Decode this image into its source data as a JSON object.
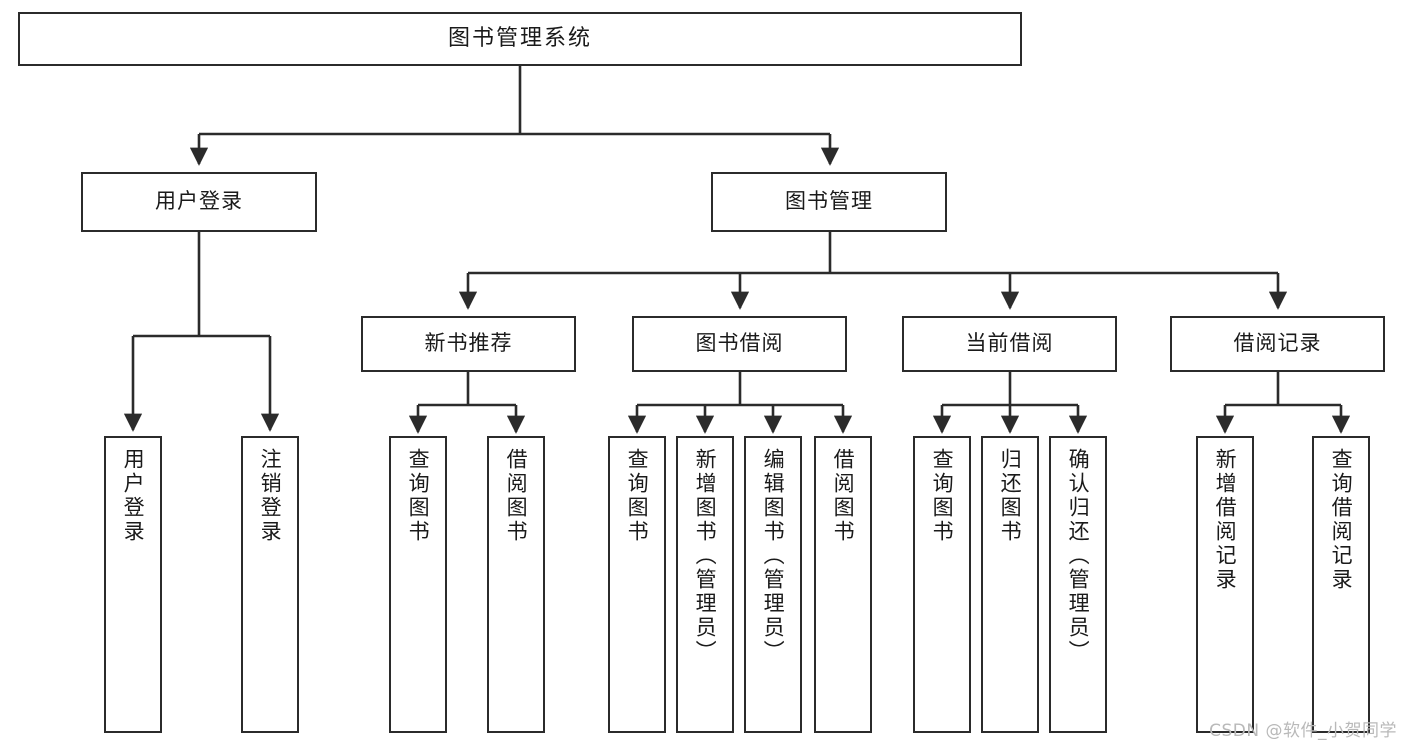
{
  "diagram": {
    "title": "图书管理系统",
    "watermark": "CSDN @软件_小贺同学",
    "line_color": "#2b2b2b",
    "box_fill": "#ffffff",
    "text_color": "#1a1a1a",
    "watermark_color": "#b9b9b9"
  },
  "nodes": {
    "root": {
      "label": "图书管理系统"
    },
    "level2": [
      {
        "label": "用户登录"
      },
      {
        "label": "图书管理"
      }
    ],
    "level3": [
      {
        "label": "新书推荐"
      },
      {
        "label": "图书借阅"
      },
      {
        "label": "当前借阅"
      },
      {
        "label": "借阅记录"
      }
    ],
    "leaves_login": [
      {
        "label": "用户登录"
      },
      {
        "label": "注销登录"
      }
    ],
    "leaves_new_books": [
      {
        "label": "查询图书"
      },
      {
        "label": "借阅图书"
      }
    ],
    "leaves_borrow": [
      {
        "label": "查询图书"
      },
      {
        "label": "新增图书（管理员）"
      },
      {
        "label": "编辑图书（管理员）"
      },
      {
        "label": "借阅图书"
      }
    ],
    "leaves_current": [
      {
        "label": "查询图书"
      },
      {
        "label": "归还图书"
      },
      {
        "label": "确认归还（管理员）"
      }
    ],
    "leaves_records": [
      {
        "label": "新增借阅记录"
      },
      {
        "label": "查询借阅记录"
      }
    ]
  }
}
